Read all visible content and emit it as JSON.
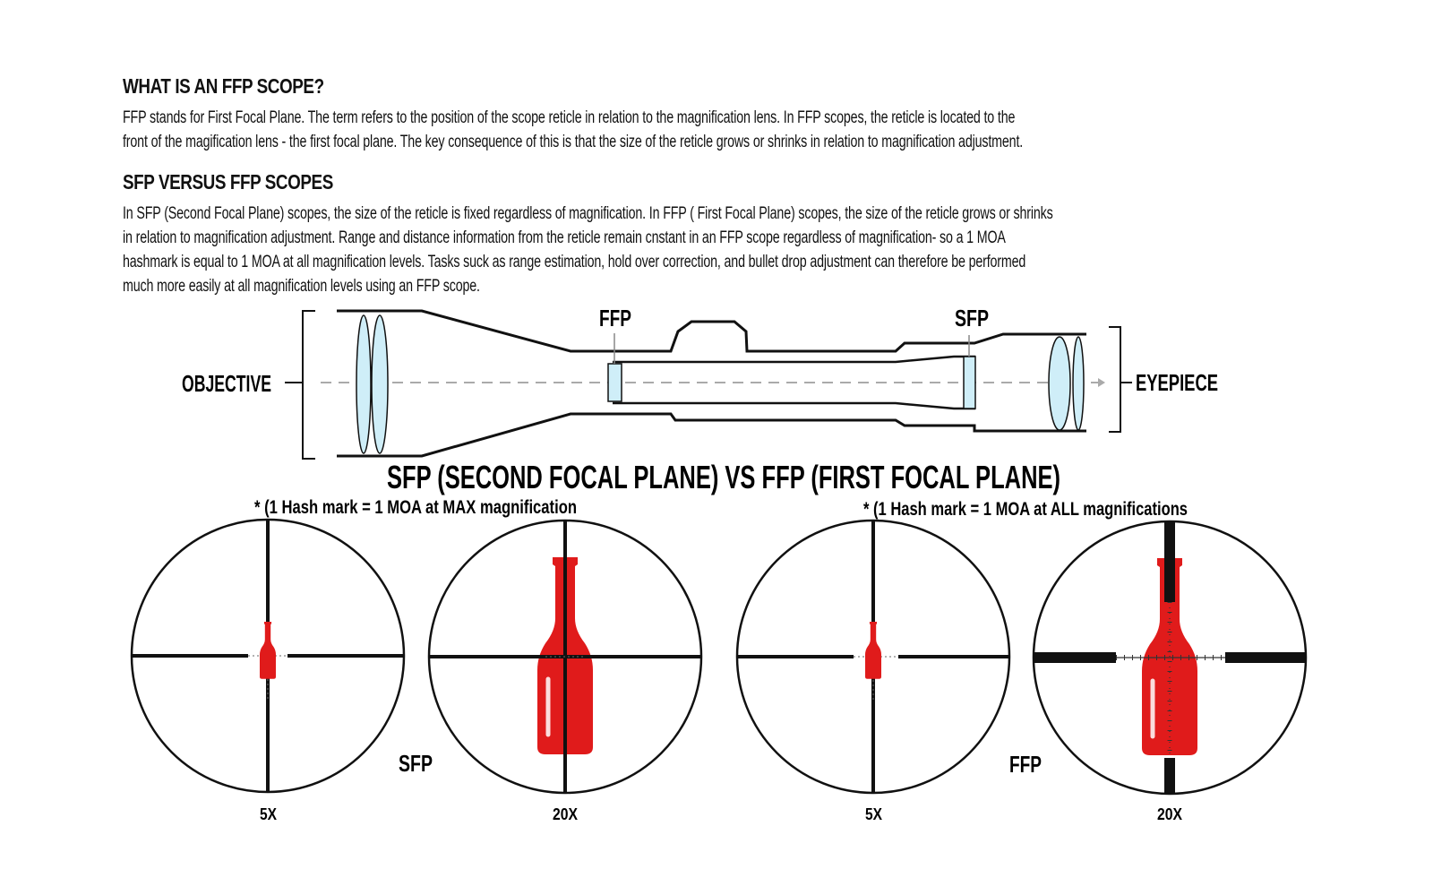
{
  "section1": {
    "heading": "WHAT IS AN FFP SCOPE?",
    "lines": [
      "FFP stands for First Focal Plane. The term refers to the position of the scope reticle in relation to the magnification lens. In FFP scopes, the reticle is located to the",
      "front of the magification lens - the first focal plane. The key consequence of this is that the size of the reticle grows or shrinks in relation to magnification adjustment."
    ]
  },
  "section2": {
    "heading": "SFP VERSUS FFP SCOPES",
    "lines": [
      "In SFP (Second Focal Plane) scopes, the size of the reticle is fixed regardless of magnification. In FFP ( First Focal Plane) scopes, the size of the reticle grows or shrinks",
      "in relation to magnification adjustment. Range and distance information from the reticle remain cnstant in an FFP scope regardless of magnification- so a 1 MOA",
      "hashmark is equal to 1 MOA at all magnification levels. Tasks suck as range estimation, hold over correction, and bullet drop adjustment can therefore be performed",
      "much more easily at all magnification levels using an FFP scope."
    ]
  },
  "diagram": {
    "label_ffp": "FFP",
    "label_sfp": "SFP",
    "label_objective": "OBJECTIVE",
    "label_eyepiece": "EYEPIECE"
  },
  "comparison": {
    "title": "SFP (SECOND FOCAL PLANE) VS FFP (FIRST FOCAL PLANE)",
    "note_sfp": "* (1 Hash mark = 1 MOA at MAX magnification",
    "note_ffp": "* (1 Hash mark = 1 MOA at ALL magnifications",
    "group_sfp": "SFP",
    "group_ffp": "FFP",
    "mag_low": "5X",
    "mag_high": "20X"
  },
  "colors": {
    "lens": "#cfeef8",
    "bottle": "#e01b1b",
    "bottle_shine": "#ffffff",
    "dash": "#aaaaaa"
  }
}
